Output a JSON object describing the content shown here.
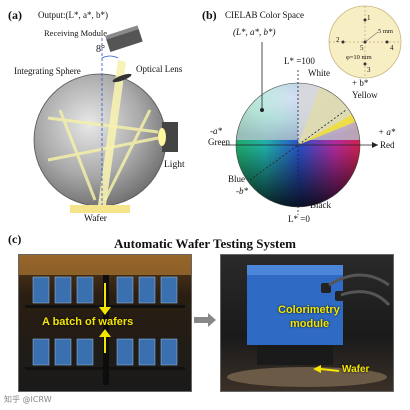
{
  "panel_a": {
    "label": "(a)",
    "output": "Output:(L*, a*, b*)",
    "receiving_module": "Receiving Module",
    "angle": "8°",
    "integrating_sphere": "Integrating Sphere",
    "optical_lens": "Optical Lens",
    "light": "Light",
    "wafer": "Wafer"
  },
  "panel_b": {
    "label": "(b)",
    "title": "CIELAB Color Space",
    "coords": "(L*, a*, b*)",
    "l100": "L* =100",
    "white": "White",
    "yellow": "Yellow",
    "b_plus": "+ b*",
    "a_minus": "-a*",
    "green": "Green",
    "a_plus": "+ a*",
    "red": "Red",
    "blue": "Blue",
    "b_minus": "-b*",
    "black": "Black",
    "l0": "L* =0",
    "inset": {
      "points": [
        "1",
        "2",
        "3",
        "4",
        "5"
      ],
      "dim_5mm": "5 mm",
      "dim_phi": "φ=10 mm"
    }
  },
  "panel_c": {
    "label": "(c)",
    "title": "Automatic Wafer Testing System",
    "batch": "A batch of wafers",
    "colorimetry_line1": "Colorimetry",
    "colorimetry_line2": "module",
    "wafer": "Wafer"
  },
  "watermark": "知乎 @ICRW"
}
